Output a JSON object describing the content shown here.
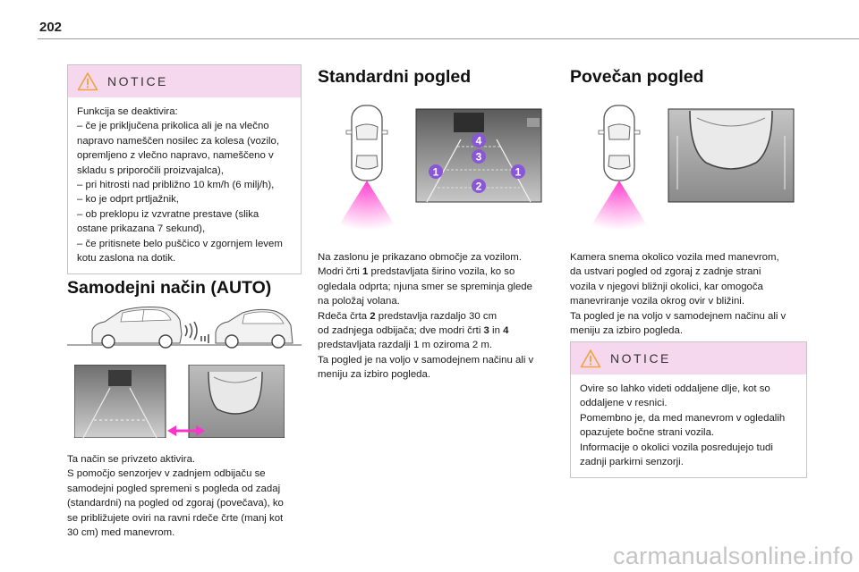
{
  "page": {
    "number": "202",
    "watermark": "carmanualsonline.info"
  },
  "notice1": {
    "title": "NOTICE",
    "lines": [
      "Funkcija se deaktivira:",
      "– če je priključena prikolica ali je na vlečno",
      "napravo nameščen nosilec za kolesa (vozilo,",
      "opremljeno z vlečno napravo, nameščeno v",
      "skladu s priporočili proizvajalca),",
      "– pri hitrosti nad približno 10 km/h (6 milj/h),",
      "– ko je odprt prtljažnik,",
      "– ob preklopu iz vzvratne prestave (slika",
      "ostane prikazana 7 sekund),",
      "– če pritisnete belo puščico v zgornjem levem",
      "kotu zaslona na dotik."
    ]
  },
  "auto": {
    "heading": "Samodejni način (AUTO)",
    "lines": [
      "Ta način se privzeto aktivira.",
      "S pomočjo senzorjev v zadnjem odbijaču se",
      "samodejni pogled spremeni s pogleda od zadaj",
      "(standardni) na pogled od zgoraj (povečava), ko",
      "se približujete oviri na ravni rdeče črte (manj kot",
      "30 cm) med manevrom."
    ]
  },
  "standard": {
    "heading": "Standardni pogled",
    "markers": [
      "1",
      "2",
      "3",
      "4",
      "1"
    ],
    "lines": [
      {
        "parts": [
          {
            "t": "Na zaslonu je prikazano območje za vozilom."
          }
        ]
      },
      {
        "parts": [
          {
            "t": "Modri črti "
          },
          {
            "t": "1",
            "b": true
          },
          {
            "t": " predstavljata širino vozila, ko so"
          }
        ]
      },
      {
        "parts": [
          {
            "t": "ogledala odprta; njuna smer se spreminja glede"
          }
        ]
      },
      {
        "parts": [
          {
            "t": "na položaj volana."
          }
        ]
      },
      {
        "parts": [
          {
            "t": "Rdeča črta "
          },
          {
            "t": "2",
            "b": true
          },
          {
            "t": " predstavlja razdaljo 30 cm"
          }
        ]
      },
      {
        "parts": [
          {
            "t": "od zadnjega odbijača; dve modri črti "
          },
          {
            "t": "3",
            "b": true
          },
          {
            "t": " in "
          },
          {
            "t": "4",
            "b": true
          }
        ]
      },
      {
        "parts": [
          {
            "t": "predstavljata razdalji 1 m oziroma 2 m."
          }
        ]
      },
      {
        "parts": [
          {
            "t": "Ta pogled je na voljo v samodejnem načinu ali v"
          }
        ]
      },
      {
        "parts": [
          {
            "t": "meniju za izbiro pogleda."
          }
        ]
      }
    ]
  },
  "zoom": {
    "heading": "Povečan pogled",
    "lines": [
      "Kamera snema okolico vozila med manevrom,",
      "da ustvari pogled od zgoraj z zadnje strani",
      "vozila v njegovi bližnji okolici, kar omogoča",
      "manevriranje vozila okrog ovir v bližini.",
      "Ta pogled je na voljo v samodejnem načinu ali v",
      "meniju za izbiro pogleda."
    ]
  },
  "notice2": {
    "title": "NOTICE",
    "lines": [
      "Ovire so lahko videti oddaljene dlje, kot so",
      "oddaljene v resnici.",
      "Pomembno je, da med manevrom v ogledalih",
      "opazujete bočne strani vozila.",
      "Informacije o okolici vozila posredujejo tudi",
      "zadnji parkirni senzorji."
    ]
  },
  "colors": {
    "notice_bg": "#f6d8ee",
    "accent": "#ff33cc",
    "marker": "#8a56d8",
    "warn": "#f0a23c"
  }
}
